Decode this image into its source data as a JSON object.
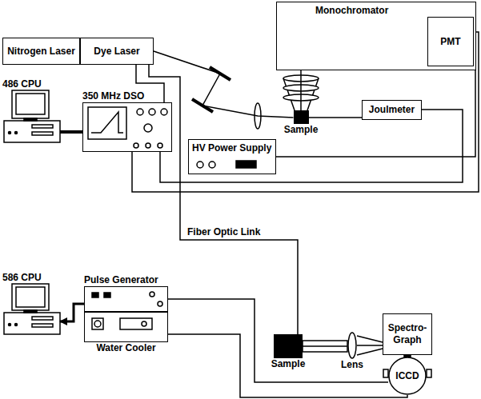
{
  "diagram": {
    "nodes": [
      {
        "text": [
          "Nitrogen Laser"
        ]
      },
      {
        "text": [
          "Dye Laser"
        ]
      },
      {
        "text": [
          "Monochromator"
        ]
      },
      {
        "text": [
          "PMT"
        ],
        "in": 2
      },
      {
        "text": [
          "486 CPU"
        ]
      },
      {
        "text": [
          "350 MHz DSO"
        ]
      },
      {
        "text": [
          "HV Power Supply"
        ]
      },
      {
        "text": [
          "Sample"
        ]
      },
      {
        "text": [
          "Joulmeter"
        ]
      },
      {
        "text": [
          "586 CPU"
        ]
      },
      {
        "text": [
          "Pulse Generator"
        ]
      },
      {
        "text": [
          "Water Cooler"
        ]
      },
      {
        "text": [
          "Sample"
        ]
      },
      {
        "text": [
          "Lens"
        ]
      },
      {
        "text": [
          "Spectro- Graph"
        ]
      },
      {
        "text": [
          "ICCD"
        ]
      }
    ],
    "edges": [
      {
        "from": 4,
        "to": 5,
        "arrow": "none"
      },
      {
        "from": 1,
        "to": 5,
        "arrow": "none"
      },
      {
        "from": 3,
        "to": 6,
        "arrow": "none"
      },
      {
        "from": 3,
        "to": 5,
        "arrow": "none"
      },
      {
        "from": 8,
        "to": 5,
        "arrow": "none"
      },
      {
        "from": 1,
        "to": 7,
        "arrow": "none"
      },
      {
        "from": 7,
        "to": 2,
        "arrow": "none"
      },
      {
        "from": 7,
        "to": 8,
        "arrow": "none"
      },
      {
        "from": 1,
        "to": 12,
        "label": "Fiber Optic Link",
        "arrow": "none"
      },
      {
        "from": 12,
        "to": 13,
        "arrow": "none"
      },
      {
        "from": 13,
        "to": 14,
        "arrow": "none"
      },
      {
        "from": 10,
        "to": 15,
        "arrow": "none"
      },
      {
        "from": 11,
        "to": 15,
        "arrow": "none"
      },
      {
        "from": 10,
        "to": 9,
        "arrow": "to"
      }
    ]
  }
}
